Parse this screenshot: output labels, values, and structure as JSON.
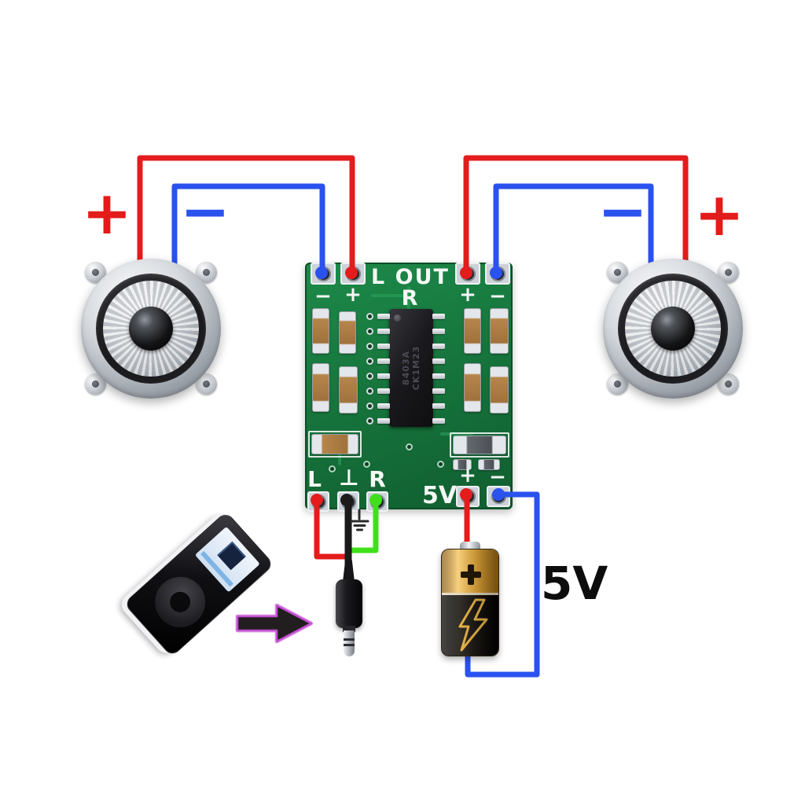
{
  "colors": {
    "background": "#ffffff",
    "wire_red": "#e41c1c",
    "wire_blue": "#2a52ee",
    "wire_green": "#3fe01a",
    "wire_black": "#1a1a1a",
    "pcb_green": "#187c40",
    "silkscreen_white": "#f4f8f4",
    "battery_gold": "#e3a93c",
    "battery_black": "#15120e",
    "bolt_gold": "#e7b449",
    "arrow_fill": "#221e20",
    "arrow_outline": "#c44fd2",
    "label_red": "#e31b1b",
    "label_blue": "#2a52ee",
    "text_black": "#0d0d0d",
    "ground_symbol": "#2b2b2b"
  },
  "speaker_labels": {
    "left_plus": "+",
    "left_minus": "−",
    "right_minus": "−",
    "right_plus": "+"
  },
  "board": {
    "output_header": "L OUT R",
    "top_pad_signs": [
      "−",
      "+",
      "+",
      "−"
    ],
    "input_pins": [
      "L",
      "⊥",
      "R"
    ],
    "power_label": "5V",
    "power_pad_signs": [
      "+",
      "−"
    ],
    "ic_marking": [
      "8403A",
      "CK1M23"
    ]
  },
  "power": {
    "supply_voltage_label": "5V"
  }
}
